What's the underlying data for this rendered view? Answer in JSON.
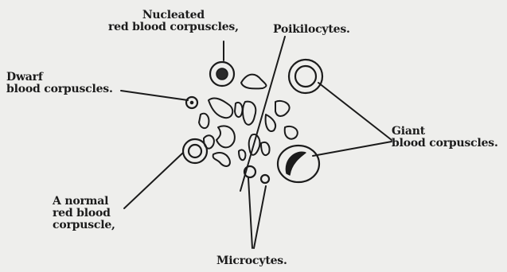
{
  "labels": {
    "nucleated": [
      "Nucleated",
      "red blood corpuscles,"
    ],
    "poikilocytes": [
      "Poikilocytes."
    ],
    "dwarf": [
      "Dwarf",
      "blood corpuscles."
    ],
    "normal": [
      "A normal",
      "red blood",
      "corpuscle,"
    ],
    "giant": [
      "Giant",
      "blood corpuscles."
    ],
    "microcytes": [
      "Microcytes."
    ]
  },
  "colors": {
    "ink": "#1b1b1b",
    "paper": "#eeeeec"
  }
}
